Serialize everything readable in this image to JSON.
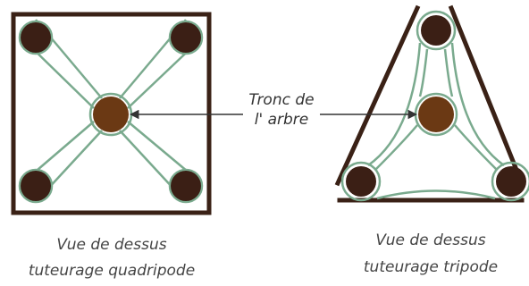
{
  "label": {
    "line1": "Tronc de",
    "line2": "l' arbre"
  },
  "left_caption": {
    "line1": "Vue de dessus",
    "line2": "tuteurage quadripode"
  },
  "right_caption": {
    "line1": "Vue de dessus",
    "line2": "tuteurage tripode"
  },
  "colors": {
    "frame": "#3a2116",
    "stake": "#3b1f15",
    "trunk": "#6b3914",
    "tie": "#7aaa8e",
    "arrow": "#333333",
    "text": "#444444"
  }
}
